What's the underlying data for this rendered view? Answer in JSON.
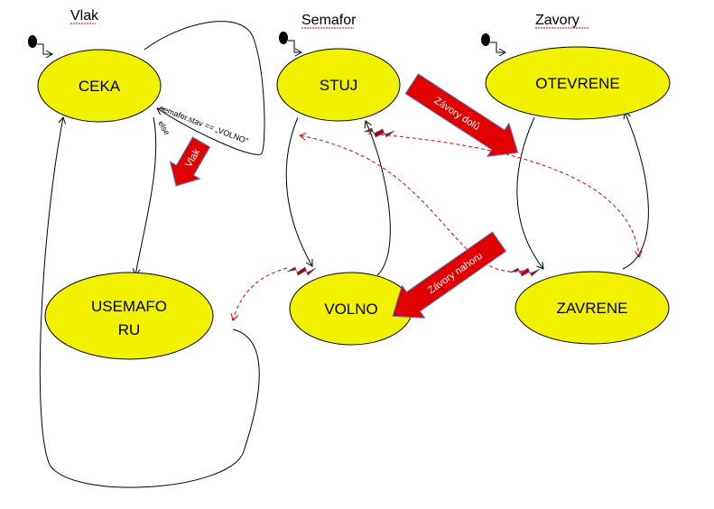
{
  "groups": {
    "vlak": "Vlak",
    "semafor": "Semafor",
    "zavory": "Zavory"
  },
  "states": {
    "ceka": "CEKA",
    "usemaforu_line1": "USEMAFO",
    "usemaforu_line2": "RU",
    "stuj": "STUJ",
    "volno": "VOLNO",
    "otevrene": "OTEVRENE",
    "zavrene": "ZAVRENE"
  },
  "guards": {
    "semafor_stav": "semafor.stav == „VOLNO\"",
    "else": "else"
  },
  "events": {
    "vlak": "Vlak",
    "zavory_dolu": "Závory dolů",
    "zavory_nahoru": "Závory nahoru"
  },
  "colors": {
    "state_fill": "#f2f200",
    "event_arrow": "#e00000",
    "signal_dashed": "#e00000"
  }
}
